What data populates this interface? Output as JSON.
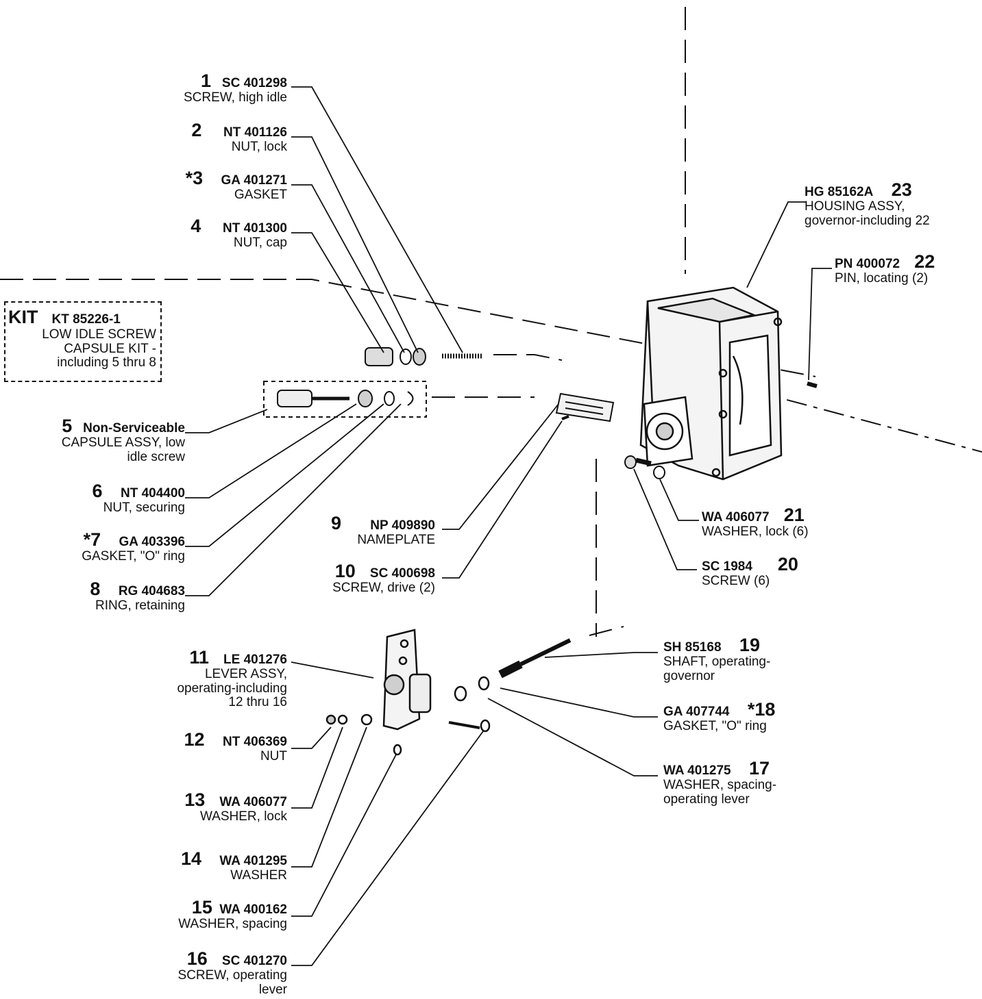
{
  "kit": {
    "tag": "KIT",
    "part": "KT 85226-1",
    "lines": [
      "LOW IDLE SCREW",
      "CAPSULE KIT -",
      "including 5 thru 8"
    ]
  },
  "parts": [
    {
      "no": "1",
      "part": "SC 401298",
      "desc": [
        "SCREW, high idle"
      ]
    },
    {
      "no": "2",
      "part": "NT 401126",
      "desc": [
        "NUT, lock"
      ]
    },
    {
      "no": "*3",
      "part": "GA 401271",
      "desc": [
        "GASKET"
      ]
    },
    {
      "no": "4",
      "part": "NT 401300",
      "desc": [
        "NUT, cap"
      ]
    },
    {
      "no": "5",
      "part": "Non-Serviceable",
      "desc": [
        "CAPSULE ASSY, low",
        "idle screw"
      ]
    },
    {
      "no": "6",
      "part": "NT 404400",
      "desc": [
        "NUT, securing"
      ]
    },
    {
      "no": "*7",
      "part": "GA 403396",
      "desc": [
        "GASKET, \"O\" ring"
      ]
    },
    {
      "no": "8",
      "part": "RG 404683",
      "desc": [
        "RING, retaining"
      ]
    },
    {
      "no": "9",
      "part": "NP 409890",
      "desc": [
        "NAMEPLATE"
      ]
    },
    {
      "no": "10",
      "part": "SC 400698",
      "desc": [
        "SCREW, drive (2)"
      ]
    },
    {
      "no": "11",
      "part": "LE 401276",
      "desc": [
        "LEVER ASSY,",
        "operating-including",
        "12 thru 16"
      ]
    },
    {
      "no": "12",
      "part": "NT 406369",
      "desc": [
        "NUT"
      ]
    },
    {
      "no": "13",
      "part": "WA 406077",
      "desc": [
        "WASHER, lock"
      ]
    },
    {
      "no": "14",
      "part": "WA 401295",
      "desc": [
        "WASHER"
      ]
    },
    {
      "no": "15",
      "part": "WA 400162",
      "desc": [
        "WASHER, spacing"
      ]
    },
    {
      "no": "16",
      "part": "SC 401270",
      "desc": [
        "SCREW, operating",
        "lever"
      ]
    },
    {
      "no": "17",
      "part": "WA 401275",
      "desc": [
        "WASHER, spacing-",
        "operating lever"
      ]
    },
    {
      "no": "*18",
      "part": "GA 407744",
      "desc": [
        "GASKET, \"O\" ring"
      ]
    },
    {
      "no": "19",
      "part": "SH 85168",
      "desc": [
        "SHAFT, operating-",
        "governor"
      ]
    },
    {
      "no": "20",
      "part": "SC 1984",
      "desc": [
        "SCREW (6)"
      ]
    },
    {
      "no": "21",
      "part": "WA 406077",
      "desc": [
        "WASHER, lock (6)"
      ]
    },
    {
      "no": "22",
      "part": "PN 400072",
      "desc": [
        "PIN, locating (2)"
      ]
    },
    {
      "no": "23",
      "part": "HG 85162A",
      "desc": [
        "HOUSING ASSY,",
        "governor-including 22"
      ]
    }
  ]
}
